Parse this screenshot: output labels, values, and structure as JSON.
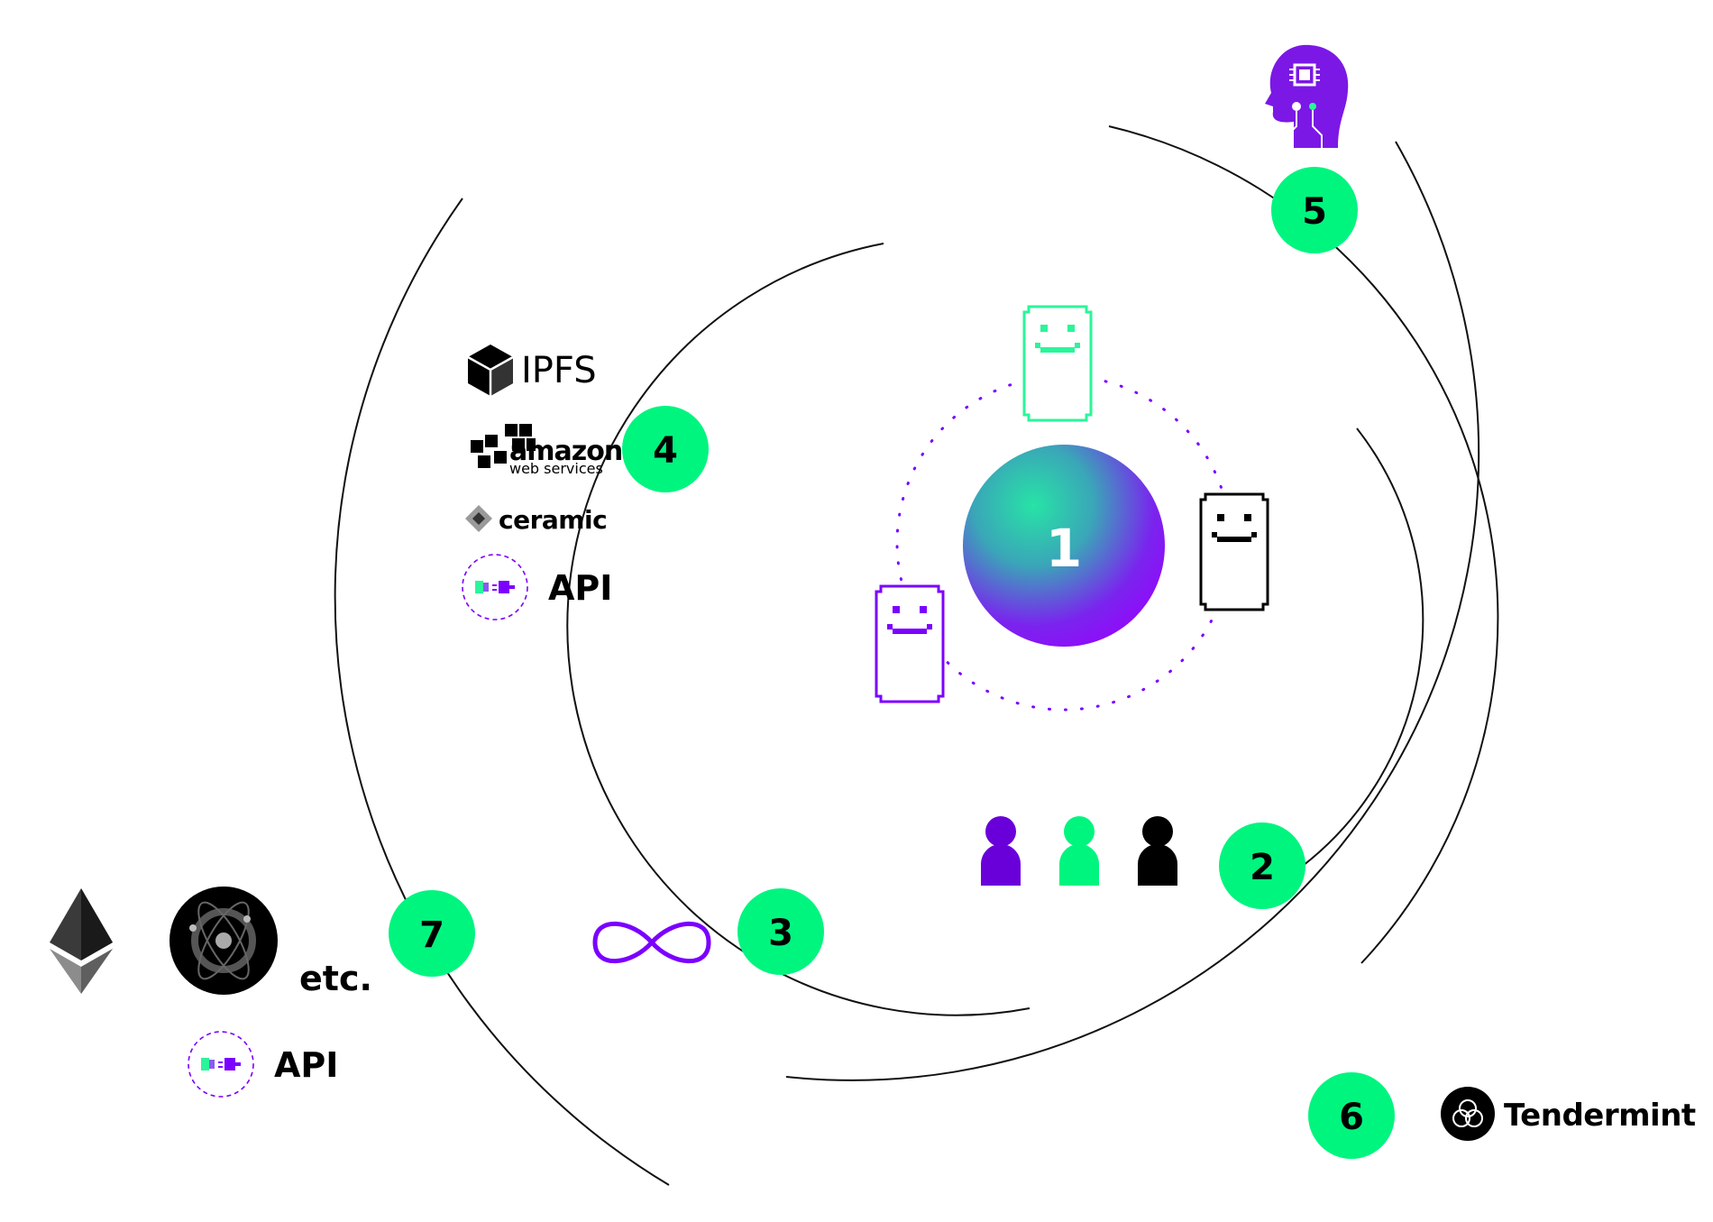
{
  "nodes": {
    "center": "1",
    "users": "2",
    "network": "3",
    "storage": "4",
    "ai": "5",
    "consensus": "6",
    "chains": "7"
  },
  "labels": {
    "ipfs": "IPFS",
    "amazon": "amazon",
    "web_services": "web services",
    "ceramic": "ceramic",
    "api_storage": "API",
    "api_chains": "API",
    "etc": "etc.",
    "tendermint": "Tendermint"
  },
  "icons": [
    "ai-head-icon",
    "bot-icon",
    "person-icon",
    "infinity-icon",
    "ipfs-logo-icon",
    "aws-logo-icon",
    "ceramic-logo-icon",
    "api-plug-icon",
    "ethereum-logo-icon",
    "cosmos-logo-icon",
    "tendermint-logo-icon"
  ],
  "colors": {
    "accent_green": "#00ff88",
    "purple": "#7b00ff",
    "bot_green": "#2bf59a",
    "black": "#000000"
  }
}
